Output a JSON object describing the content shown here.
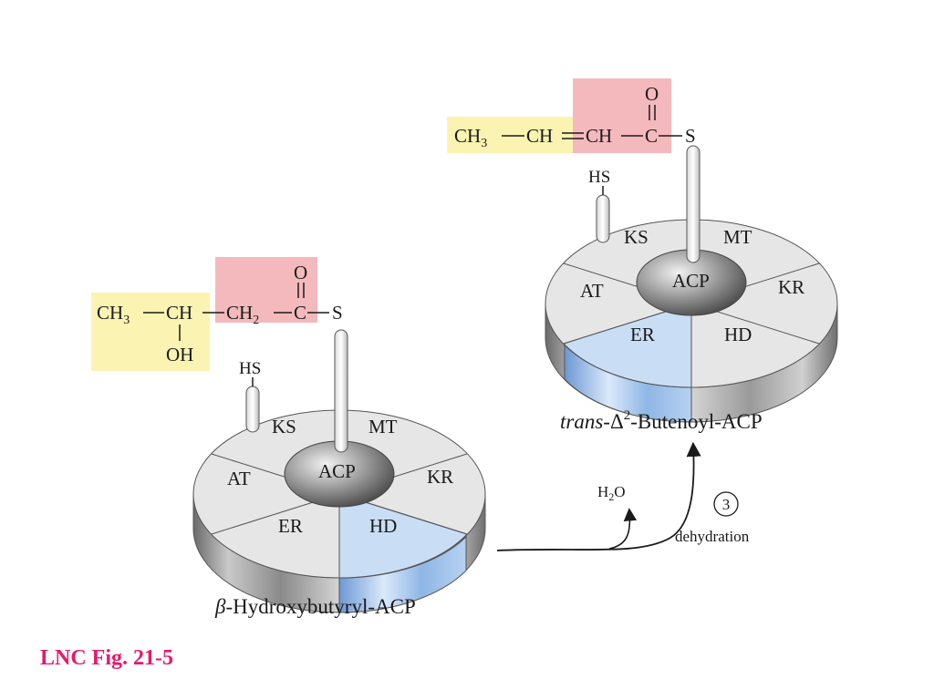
{
  "figure_label": "LNC Fig. 21-5",
  "colors": {
    "highlight_yellow": "#fbf3b1",
    "highlight_pink": "#f4b9bd",
    "segment_gray": "#e6e6e6",
    "segment_blue": "#c9def5",
    "accent_label": "#e8196b"
  },
  "left_complex": {
    "caption_prefix": "β",
    "caption_rest": "-Hydroxybutyryl-ACP",
    "formula": {
      "ch3": "CH",
      "ch3_sub": "3",
      "ch": "CH",
      "ch2": "CH",
      "ch2_sub": "2",
      "c": "C",
      "o": "O",
      "s": "S",
      "oh": "OH"
    },
    "hs": "HS",
    "segments": {
      "ks": "KS",
      "mt": "MT",
      "kr": "KR",
      "hd": "HD",
      "er": "ER",
      "at": "AT",
      "acp": "ACP"
    },
    "active_segment": "HD"
  },
  "right_complex": {
    "caption_italic": "trans",
    "caption_delta": "-Δ",
    "caption_sup": "2",
    "caption_rest": "-Butenoyl-ACP",
    "formula": {
      "ch3": "CH",
      "ch3_sub": "3",
      "ch_a": "CH",
      "ch_b": "CH",
      "c": "C",
      "o": "O",
      "s": "S"
    },
    "hs": "HS",
    "segments": {
      "ks": "KS",
      "mt": "MT",
      "kr": "KR",
      "hd": "HD",
      "er": "ER",
      "at": "AT",
      "acp": "ACP"
    },
    "active_segment": "ER"
  },
  "reaction": {
    "step_number": "3",
    "step_name": "dehydration",
    "byproduct": "H",
    "byproduct_sub": "2",
    "byproduct_tail": "O"
  }
}
